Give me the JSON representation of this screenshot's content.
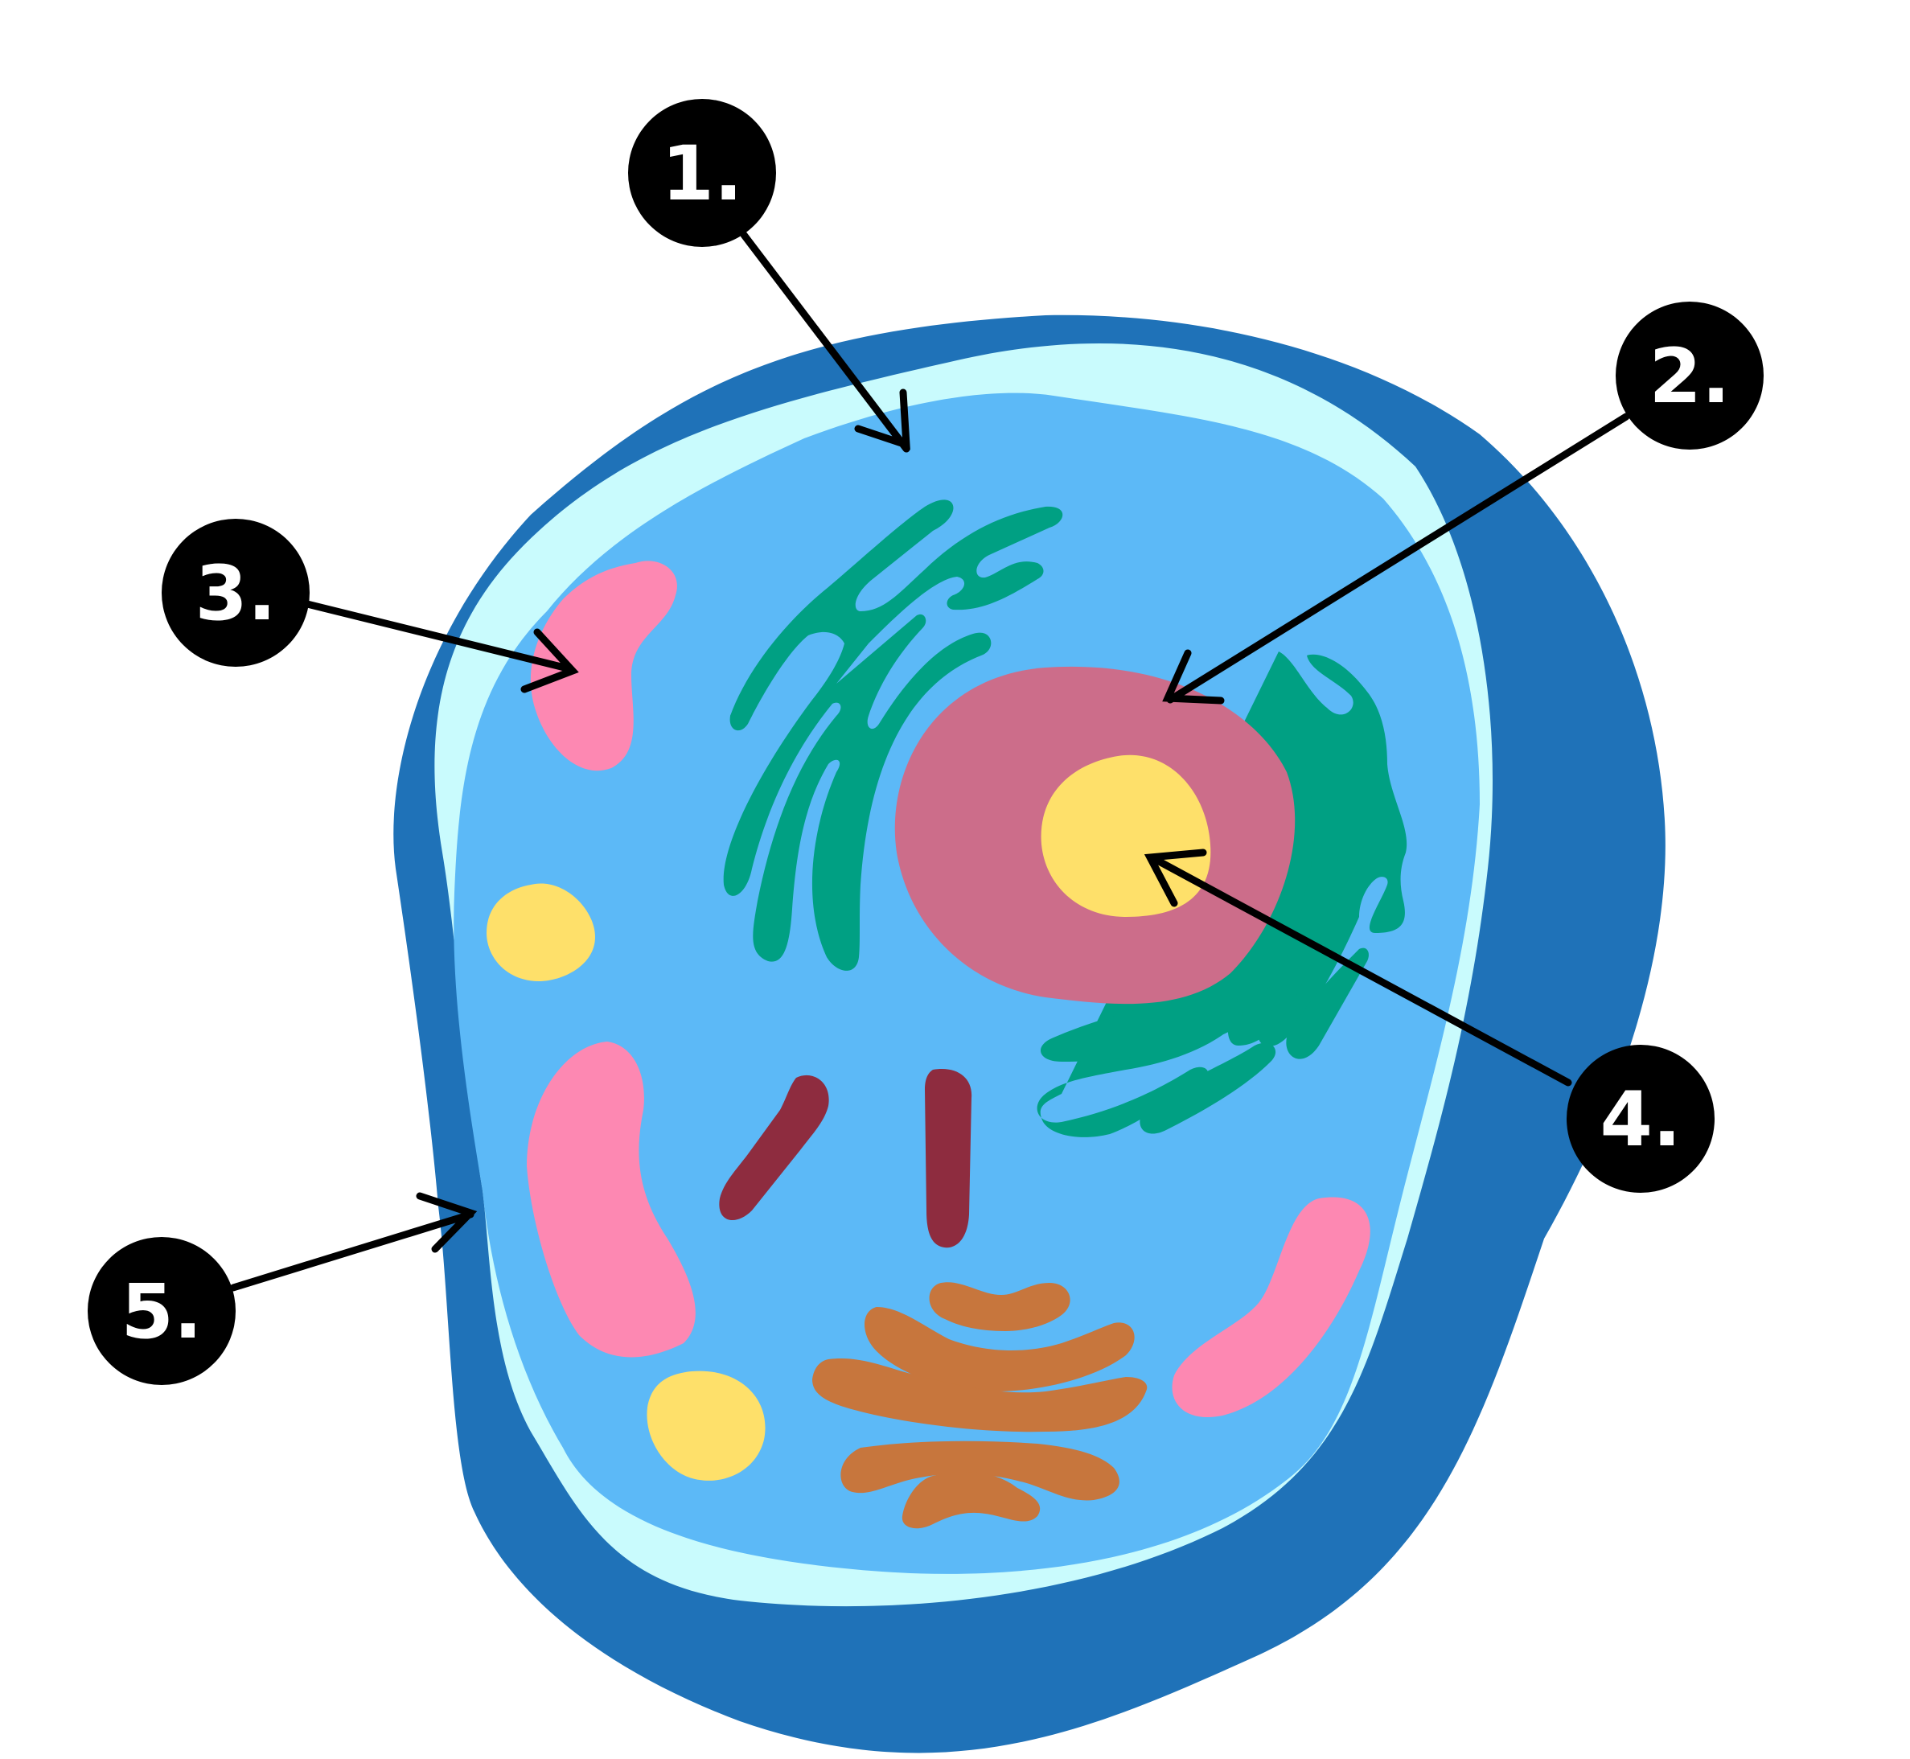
{
  "colors": {
    "background": "#ffffff",
    "cell_wall": "#1f72b8",
    "membrane": "#c9fbfd",
    "cytoplasm": "#5cb9f7",
    "nucleus": "#cc6d8a",
    "nucleolus": "#fee06a",
    "endoplasmic_reticulum": "#00a083",
    "mitochondria": "#fd88b2",
    "vacuoles": "#fee06a",
    "centrioles": "#8e2c3f",
    "golgi": "#c7763d",
    "callout": "#000000",
    "callout_text": "#ffffff"
  },
  "callouts": [
    {
      "id": "1",
      "text": "1."
    },
    {
      "id": "2",
      "text": "2."
    },
    {
      "id": "3",
      "text": "3."
    },
    {
      "id": "4",
      "text": "4."
    },
    {
      "id": "5",
      "text": "5."
    }
  ]
}
